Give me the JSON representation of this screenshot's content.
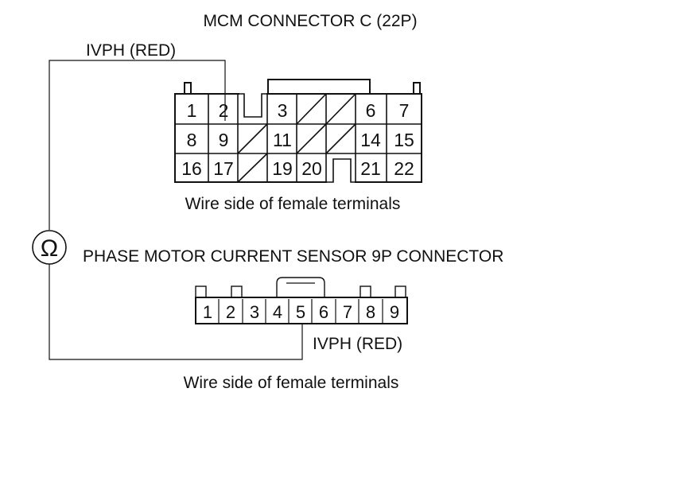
{
  "title": "MCM CONNECTOR C (22P)",
  "mcm_connector": {
    "wire_label": "IVPH (RED)",
    "caption": "Wire side of female terminals",
    "pins": {
      "p1": "1",
      "p2": "2",
      "p3": "3",
      "p6": "6",
      "p7": "7",
      "p8": "8",
      "p9": "9",
      "p11": "11",
      "p14": "14",
      "p15": "15",
      "p16": "16",
      "p17": "17",
      "p19": "19",
      "p20": "20",
      "p21": "21",
      "p22": "22"
    }
  },
  "meter": {
    "symbol": "Ω"
  },
  "sensor_connector": {
    "title": "PHASE MOTOR CURRENT SENSOR 9P CONNECTOR",
    "wire_label": "IVPH (RED)",
    "caption": "Wire side of female terminals",
    "pins": [
      "1",
      "2",
      "3",
      "4",
      "5",
      "6",
      "7",
      "8",
      "9"
    ]
  }
}
